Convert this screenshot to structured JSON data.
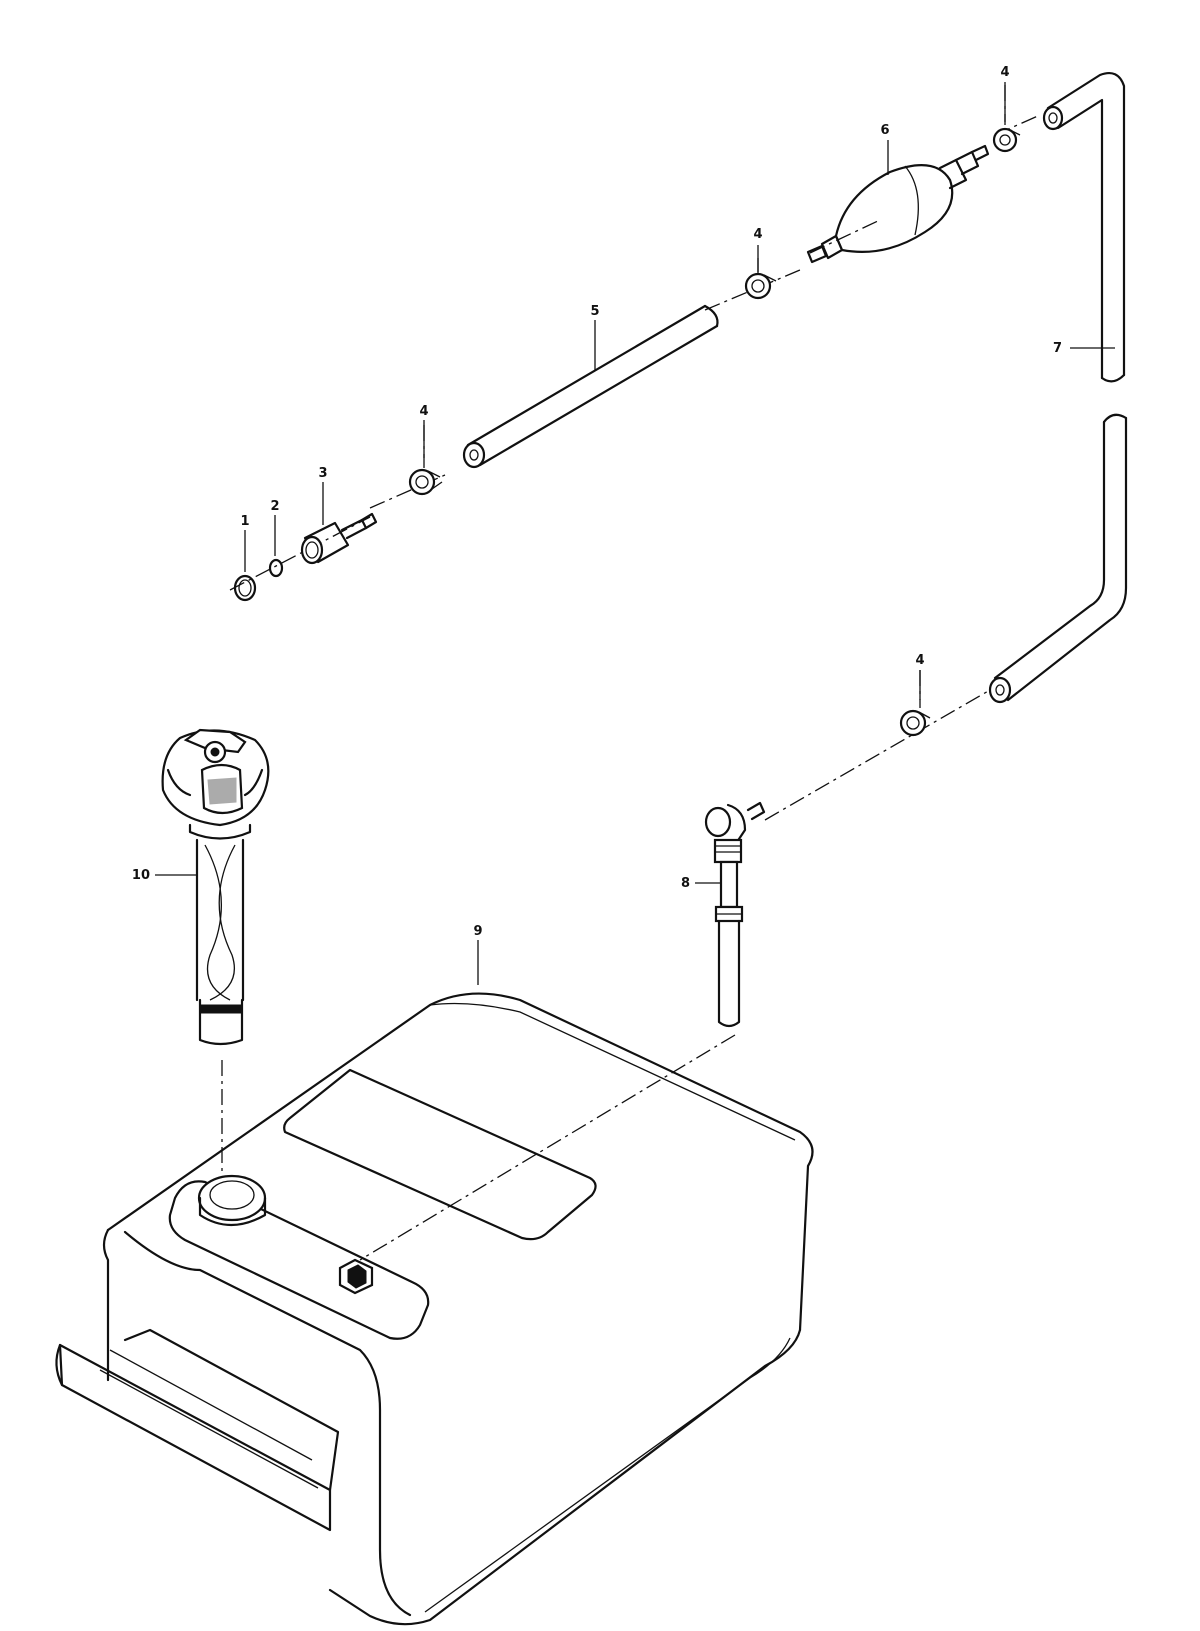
{
  "callouts": {
    "c1": "1",
    "c2": "2",
    "c3": "3",
    "c4a": "4",
    "c4b": "4",
    "c4c": "4",
    "c4d": "4",
    "c5": "5",
    "c6": "6",
    "c7": "7",
    "c8": "8",
    "c9": "9",
    "c10": "10"
  }
}
